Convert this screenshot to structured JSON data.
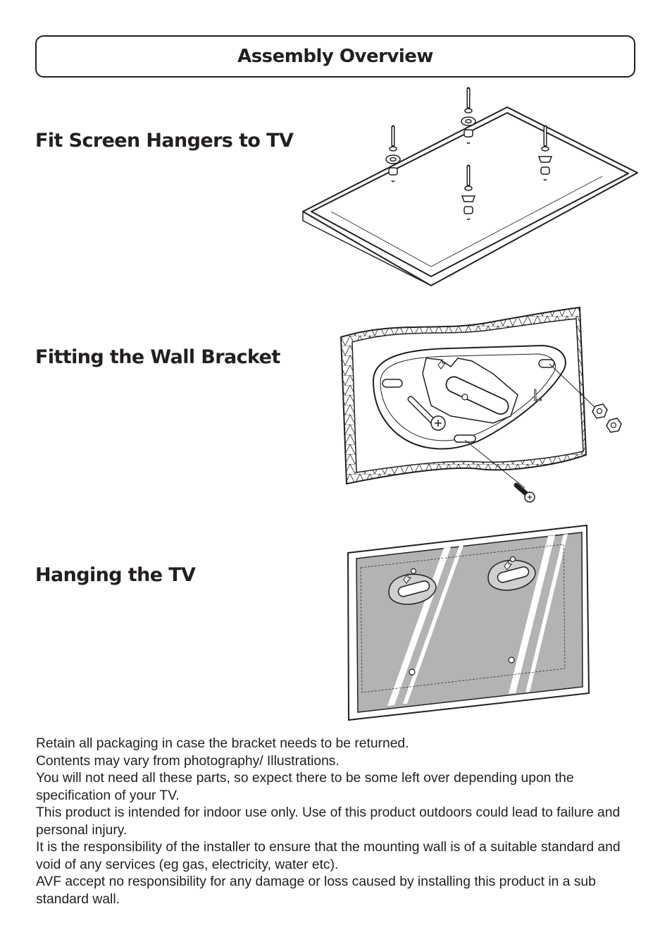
{
  "header": {
    "title": "Assembly Overview"
  },
  "sections": [
    {
      "heading": "Fit Screen Hangers to TV",
      "illustration": "tv-back-with-screws"
    },
    {
      "heading": "Fitting the Wall Bracket",
      "illustration": "wall-bracket-on-wall"
    },
    {
      "heading": "Hanging the TV",
      "illustration": "tv-hung-on-wall"
    }
  ],
  "wall_bracket_marker": "L",
  "notes": [
    "Retain all packaging in case the bracket needs to be returned.",
    "Contents may vary from photography/ Illustrations.",
    "You will not need all these parts, so expect there to be some left over depending upon the specification of your TV.",
    "This product is intended for indoor use only.  Use of this product outdoors could lead to failure and personal injury.",
    "It is the responsibility of the installer to ensure that the mounting wall is of a suitable standard and void of any services (eg gas, electricity, water etc).",
    "AVF accept no responsibility for any damage or loss caused by installing this product in a sub standard wall."
  ]
}
